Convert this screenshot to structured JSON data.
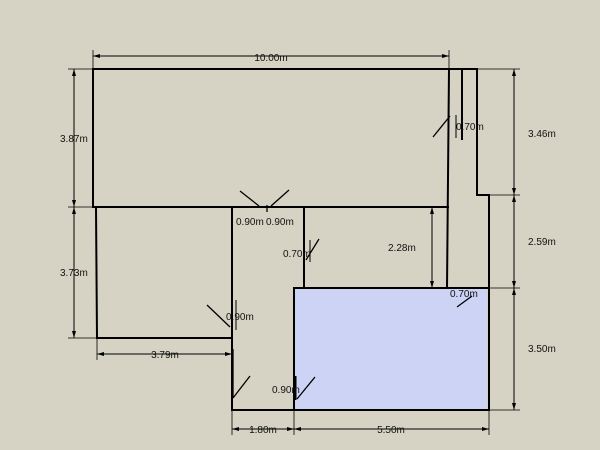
{
  "plan": {
    "highlight_color": "#ccd3f5",
    "background_color": "#d6d3c4",
    "dimensions": {
      "top_width": "10.00m",
      "left_upper_height": "3.87m",
      "left_lower_height": "3.73m",
      "right_upper_height": "3.46m",
      "right_middle_height": "2.59m",
      "right_lower_height": "3.50m",
      "bottom_left_width": "3.79m",
      "bottom_corridor_width": "1.80m",
      "bottom_right_width": "5.50m",
      "inner_height": "2.28m"
    },
    "openings": {
      "upper_right_door": "0.70m",
      "center_door_left": "0.90m",
      "center_door_right": "0.90m",
      "small_room_door": "0.70m",
      "corridor_left_door": "0.90m",
      "corridor_bottom_door": "0.90m",
      "highlight_room_door": "0.70m"
    }
  }
}
